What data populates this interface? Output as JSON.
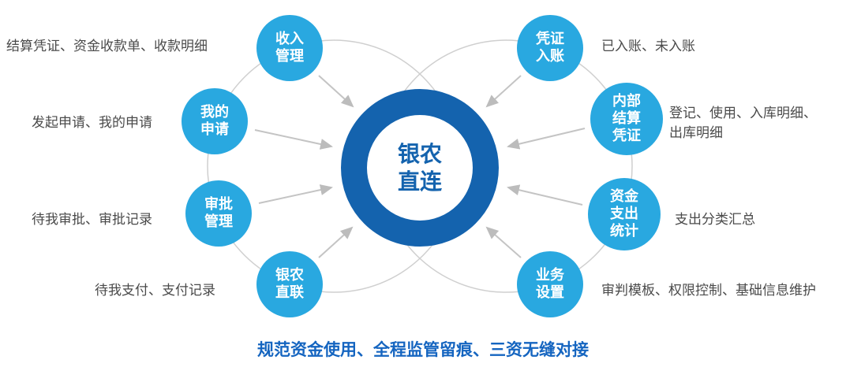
{
  "center": {
    "label": "银农\n直连"
  },
  "left_nodes": [
    {
      "label": "收入\n管理",
      "desc": "结算凭证、资金收款单、收款明细"
    },
    {
      "label": "我的\n申请",
      "desc": "发起申请、我的申请"
    },
    {
      "label": "审批\n管理",
      "desc": "待我审批、审批记录"
    },
    {
      "label": "银农\n直联",
      "desc": "待我支付、支付记录"
    }
  ],
  "right_nodes": [
    {
      "label": "凭证\n入账",
      "desc": "已入账、未入账"
    },
    {
      "label": "内部\n结算\n凭证",
      "desc": "登记、使用、入库明细、\n出库明细"
    },
    {
      "label": "资金\n支出\n统计",
      "desc": "支出分类汇总"
    },
    {
      "label": "业务\n设置",
      "desc": "审判模板、权限控制、基础信息维护"
    }
  ],
  "caption": "规范资金使用、全程监管留痕、三资无缝对接",
  "colors": {
    "node_blue": "#29a8e0",
    "ring_blue": "#1463ae",
    "caption_blue": "#1565c0",
    "desc_gray": "#4a4a4a",
    "line_gray": "#c9c9c9"
  }
}
